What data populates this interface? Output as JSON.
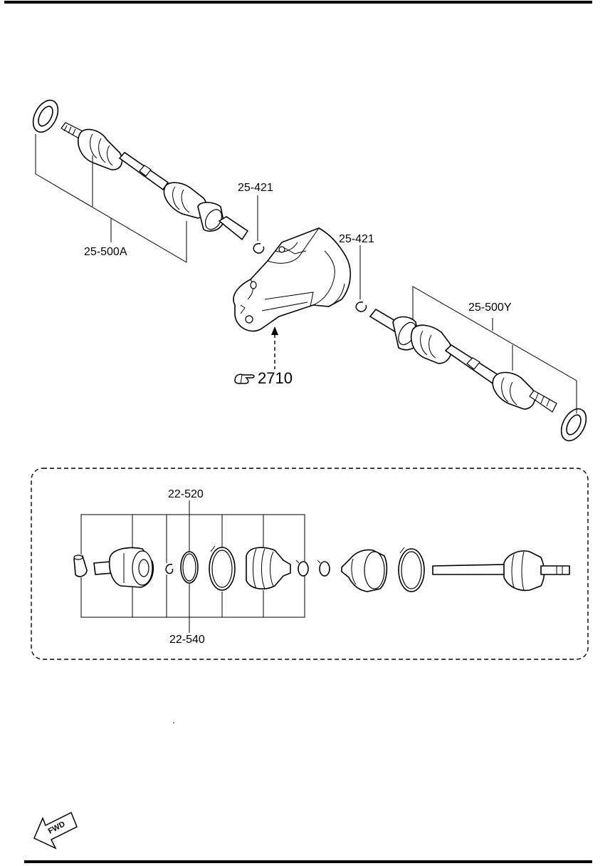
{
  "callouts": {
    "left_shaft": "25-500A",
    "clip_left": "25-421",
    "clip_right": "25-421",
    "right_shaft": "25-500Y",
    "differential_ref": "2710",
    "ring_upper": "22-520",
    "ring_lower": "22-540"
  },
  "fwd_label": "FWD",
  "icons": [
    "pointing-hand-icon",
    "fwd-arrow-icon"
  ]
}
